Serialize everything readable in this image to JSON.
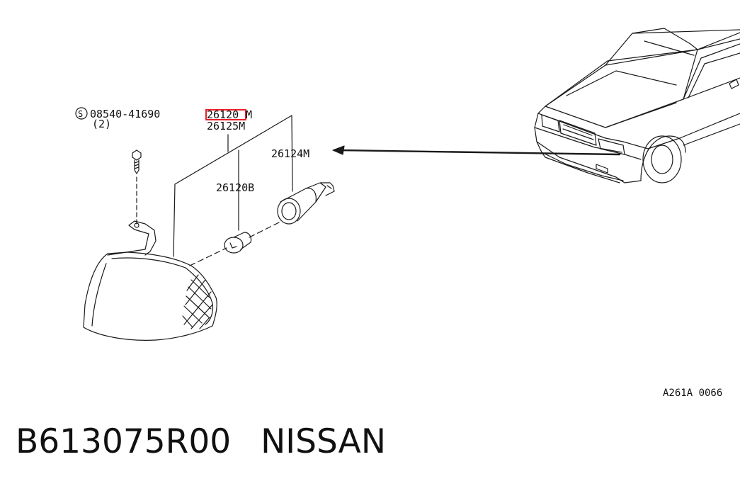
{
  "diagram": {
    "parts": {
      "screw_symbol": "S",
      "screw_number": "08540-41690",
      "screw_qty": "(2)",
      "lamp_assembly_part": "26120",
      "lamp_assembly_suffix": "M",
      "lamp_assembly_alt": "26125M",
      "socket_part": "26124M",
      "bulb_part": "26120B"
    },
    "reference_code": "A261A 0066",
    "highlight_color": "#e8202a"
  },
  "footer": {
    "part_number": "B613075R00",
    "brand": "NISSAN"
  }
}
